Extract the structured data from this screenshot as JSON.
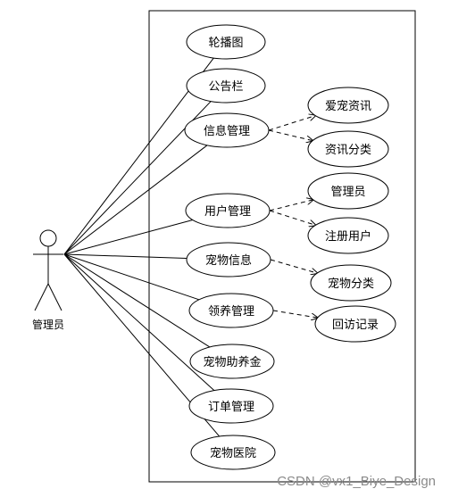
{
  "actor": {
    "label": "管理员"
  },
  "use_cases": [
    {
      "id": "lunbotu",
      "label": "轮播图"
    },
    {
      "id": "gonggaolan",
      "label": "公告栏"
    },
    {
      "id": "xinxi-guanli",
      "label": "信息管理"
    },
    {
      "id": "yonghu-guanli",
      "label": "用户管理"
    },
    {
      "id": "chongwu-xinxi",
      "label": "宠物信息"
    },
    {
      "id": "lingyang-guanli",
      "label": "领养管理"
    },
    {
      "id": "chongwu-zhuyangjin",
      "label": "宠物助养金"
    },
    {
      "id": "dingdan-guanli",
      "label": "订单管理"
    },
    {
      "id": "chongwu-yiyuan",
      "label": "宠物医院"
    },
    {
      "id": "aichong-zixun",
      "label": "爱宠资讯"
    },
    {
      "id": "zixun-fenlei",
      "label": "资讯分类"
    },
    {
      "id": "guanliyuan",
      "label": "管理员"
    },
    {
      "id": "zhuce-yonghu",
      "label": "注册用户"
    },
    {
      "id": "chongwu-fenlei",
      "label": "宠物分类"
    },
    {
      "id": "huifang-jilu",
      "label": "回访记录"
    }
  ],
  "associations": [
    "lunbotu",
    "gonggaolan",
    "xinxi-guanli",
    "yonghu-guanli",
    "chongwu-xinxi",
    "lingyang-guanli",
    "chongwu-zhuyangjin",
    "dingdan-guanli",
    "chongwu-yiyuan"
  ],
  "dependencies": [
    {
      "from": "xinxi-guanli",
      "to": "aichong-zixun"
    },
    {
      "from": "xinxi-guanli",
      "to": "zixun-fenlei"
    },
    {
      "from": "yonghu-guanli",
      "to": "guanliyuan"
    },
    {
      "from": "yonghu-guanli",
      "to": "zhuce-yonghu"
    },
    {
      "from": "chongwu-xinxi",
      "to": "chongwu-fenlei"
    },
    {
      "from": "lingyang-guanli",
      "to": "huifang-jilu"
    }
  ],
  "watermark": "CSDN @vx1_Biye_Design"
}
